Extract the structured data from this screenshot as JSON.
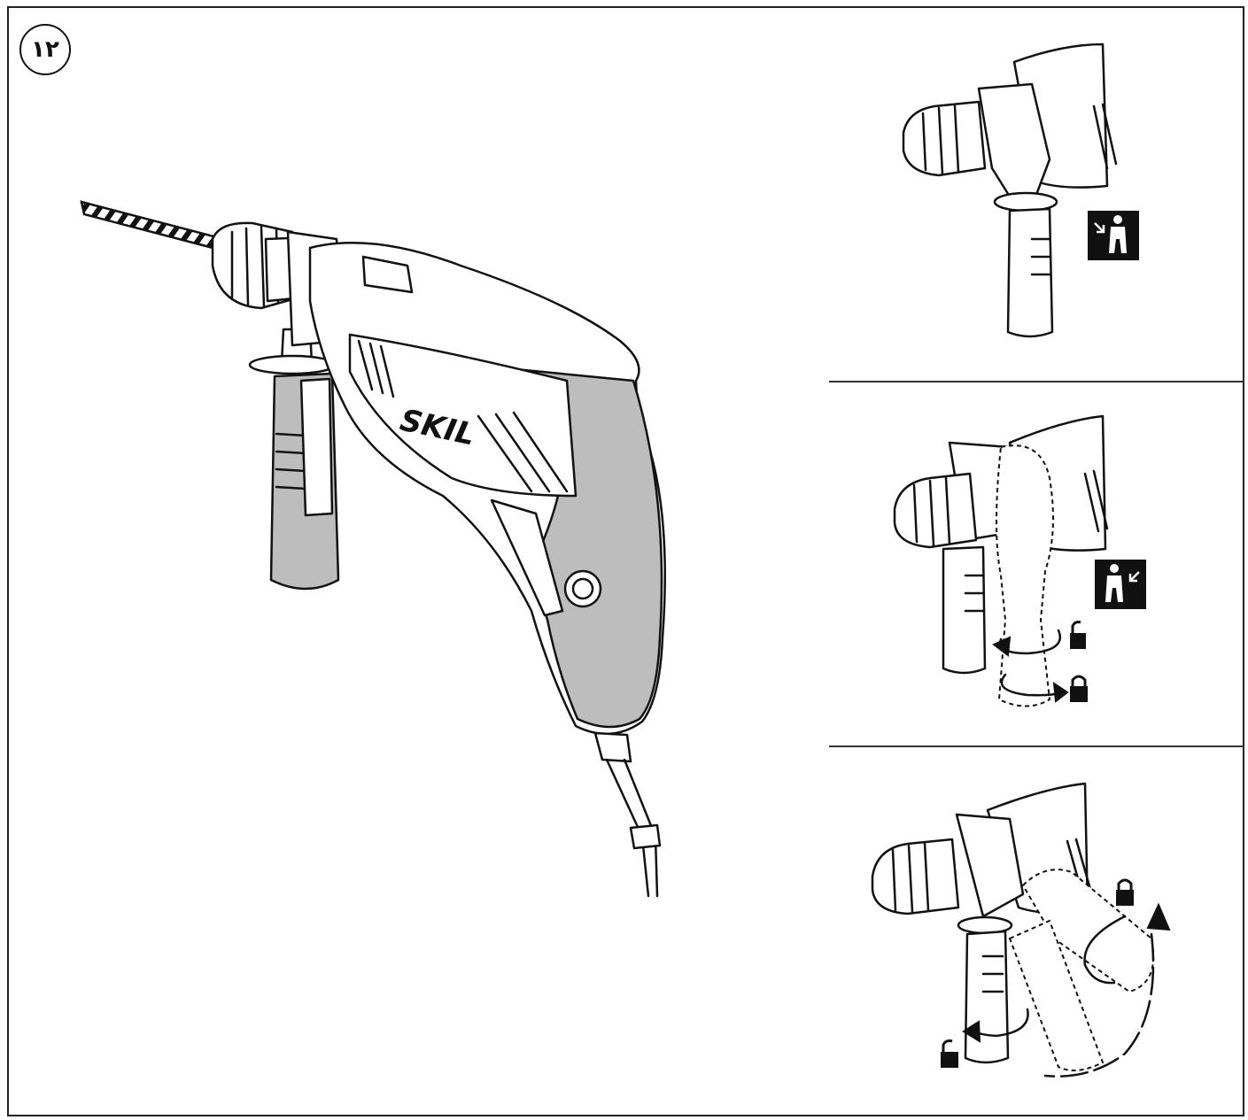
{
  "figure": {
    "number_label": "۱۲",
    "brand_logo": "SKIL",
    "icons": [
      "hand-on-side-handle-icon",
      "hand-off-side-handle-icon",
      "padlock-open-icon",
      "padlock-closed-icon"
    ],
    "panels": [
      {
        "name": "side-handle-attached"
      },
      {
        "name": "side-handle-loosen-tighten"
      },
      {
        "name": "side-handle-rotate-position"
      }
    ]
  }
}
